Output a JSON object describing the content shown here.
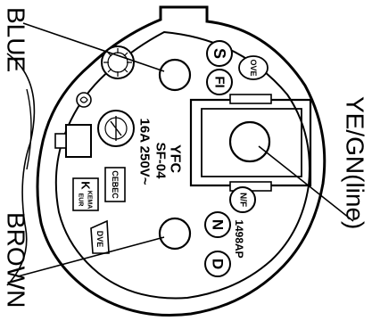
{
  "labels": {
    "blue": "BLUE",
    "brown": "BROWN",
    "yegn": "YE/GN(line)"
  },
  "markings": {
    "brand": "YFC",
    "model": "SF-04",
    "rating": "16A  250V~",
    "part": "1498AP",
    "s": "S",
    "fi": "FI",
    "ove": "OVE",
    "n": "N",
    "d": "D",
    "nf": "N/F",
    "cebec": "CEBEC",
    "kema_k": "K",
    "kema_text": "KEMA",
    "kema_eur": "EUR",
    "dvde": "DVE"
  }
}
